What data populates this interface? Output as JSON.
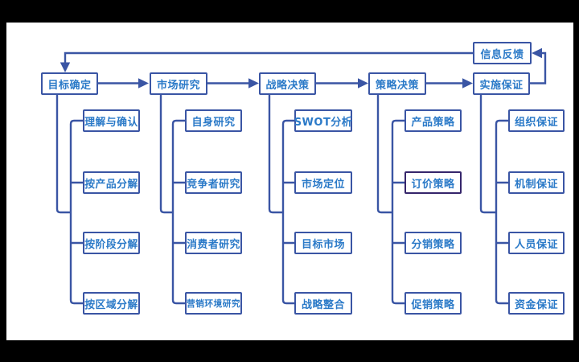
{
  "meta": {
    "page_bg": "#000000",
    "canvas_bg": "#ffffff",
    "line_color": "#3a55a4",
    "text_color": "#2b7ac8",
    "highlight_border_color": "#35256b"
  },
  "diagram": {
    "feedback": "信息反馈",
    "columns": [
      {
        "main": "目标确定",
        "subs": [
          "理解与确认",
          "按产品分解",
          "按阶段分解",
          "按区域分解"
        ]
      },
      {
        "main": "市场研究",
        "subs": [
          "自身研究",
          "竞争者研究",
          "消费者研究",
          "营销环境研究"
        ]
      },
      {
        "main": "战略决策",
        "subs": [
          "SWOT分析",
          "市场定位",
          "目标市场",
          "战略整合"
        ]
      },
      {
        "main": "策略决策",
        "subs": [
          "产品策略",
          "订价策略",
          "分销策略",
          "促销策略"
        ],
        "highlighted_sub": "订价策略"
      },
      {
        "main": "实施保证",
        "subs": [
          "组织保证",
          "机制保证",
          "人员保证",
          "资金保证"
        ]
      }
    ]
  }
}
